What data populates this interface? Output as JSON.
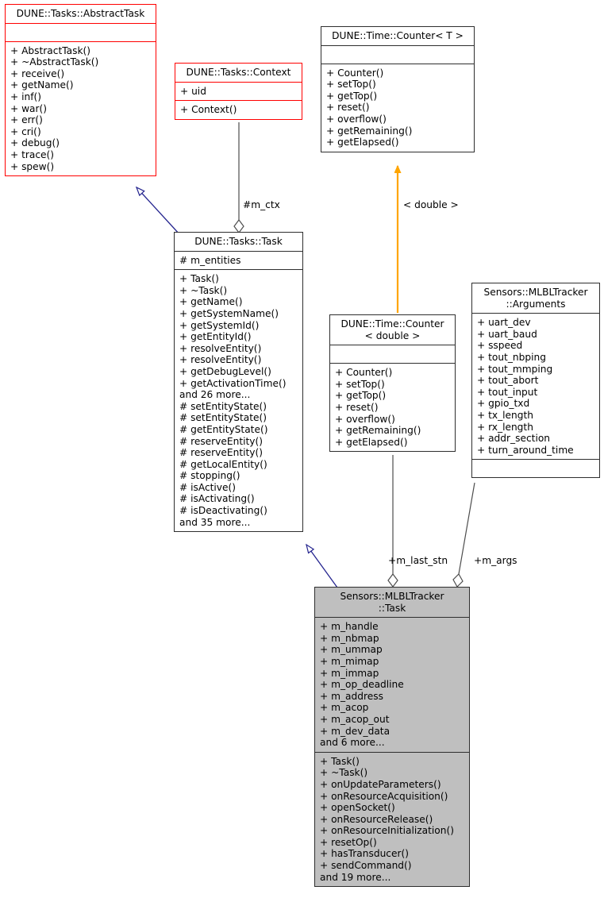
{
  "diagram": {
    "type": "uml-class-diagram",
    "background": "#ffffff",
    "colors": {
      "highlight_border": "#ff0000",
      "normal_border": "#2e2e2e",
      "focus_fill": "#bfbfbf",
      "inheritance_edge": "#25258f",
      "template_edge": "#ffa500",
      "aggregation_edge": "#4d4d4d"
    }
  },
  "nodes": {
    "abstract_task": {
      "title": "DUNE::Tasks::AbstractTask",
      "attributes": [],
      "operations": [
        "+ AbstractTask()",
        "+ ~AbstractTask()",
        "+ receive()",
        "+ getName()",
        "+ inf()",
        "+ war()",
        "+ err()",
        "+ cri()",
        "+ debug()",
        "+ trace()",
        "+ spew()"
      ]
    },
    "context": {
      "title": "DUNE::Tasks::Context",
      "attributes": [
        "+ uid"
      ],
      "operations": [
        "+ Context()"
      ]
    },
    "counter_t": {
      "title": "DUNE::Time::Counter< T >",
      "attributes": [],
      "operations": [
        "+ Counter()",
        "+ setTop()",
        "+ getTop()",
        "+ reset()",
        "+ overflow()",
        "+ getRemaining()",
        "+ getElapsed()"
      ]
    },
    "tasks_task": {
      "title": "DUNE::Tasks::Task",
      "attributes": [
        "# m_entities"
      ],
      "operations": [
        "+ Task()",
        "+ ~Task()",
        "+ getName()",
        "+ getSystemName()",
        "+ getSystemId()",
        "+ getEntityId()",
        "+ resolveEntity()",
        "+ resolveEntity()",
        "+ getDebugLevel()",
        "+ getActivationTime()",
        "and 26 more...",
        "# setEntityState()",
        "# setEntityState()",
        "# getEntityState()",
        "# reserveEntity()",
        "# reserveEntity()",
        "# getLocalEntity()",
        "# stopping()",
        "# isActive()",
        "# isActivating()",
        "# isDeactivating()",
        "and 35 more..."
      ]
    },
    "counter_double": {
      "title": "DUNE::Time::Counter\n< double >",
      "attributes": [],
      "operations": [
        "+ Counter()",
        "+ setTop()",
        "+ getTop()",
        "+ reset()",
        "+ overflow()",
        "+ getRemaining()",
        "+ getElapsed()"
      ]
    },
    "mlbl_arguments": {
      "title": "Sensors::MLBLTracker\n::Arguments",
      "attributes": [
        "+ uart_dev",
        "+ uart_baud",
        "+ sspeed",
        "+ tout_nbping",
        "+ tout_mmping",
        "+ tout_abort",
        "+ tout_input",
        "+ gpio_txd",
        "+ tx_length",
        "+ rx_length",
        "+ addr_section",
        "+ turn_around_time"
      ],
      "operations": []
    },
    "mlbl_task": {
      "title": "Sensors::MLBLTracker\n::Task",
      "attributes": [
        "+ m_handle",
        "+ m_nbmap",
        "+ m_ummap",
        "+ m_mimap",
        "+ m_immap",
        "+ m_op_deadline",
        "+ m_address",
        "+ m_acop",
        "+ m_acop_out",
        "+ m_dev_data",
        "and 6 more..."
      ],
      "operations": [
        "+ Task()",
        "+ ~Task()",
        "+ onUpdateParameters()",
        "+ onResourceAcquisition()",
        "+ openSocket()",
        "+ onResourceRelease()",
        "+ onResourceInitialization()",
        "+ resetOp()",
        "+ hasTransducer()",
        "+ sendCommand()",
        "and 19 more..."
      ]
    }
  },
  "edges": [
    {
      "name": "abstract-task-to-tasks-task",
      "kind": "inheritance",
      "from": "tasks_task",
      "to": "abstract_task",
      "label": ""
    },
    {
      "name": "context-to-tasks-task",
      "kind": "aggregation",
      "from": "context",
      "to": "tasks_task",
      "label": "#m_ctx"
    },
    {
      "name": "counter-t-to-counter-double",
      "kind": "template-binding",
      "from": "counter_double",
      "to": "counter_t",
      "label": "< double >"
    },
    {
      "name": "tasks-task-to-mlbl-task",
      "kind": "inheritance",
      "from": "mlbl_task",
      "to": "tasks_task",
      "label": ""
    },
    {
      "name": "counter-double-to-mlbl-task",
      "kind": "aggregation",
      "from": "counter_double",
      "to": "mlbl_task",
      "label": "+m_last_stn"
    },
    {
      "name": "arguments-to-mlbl-task",
      "kind": "aggregation",
      "from": "mlbl_arguments",
      "to": "mlbl_task",
      "label": "+m_args"
    }
  ]
}
